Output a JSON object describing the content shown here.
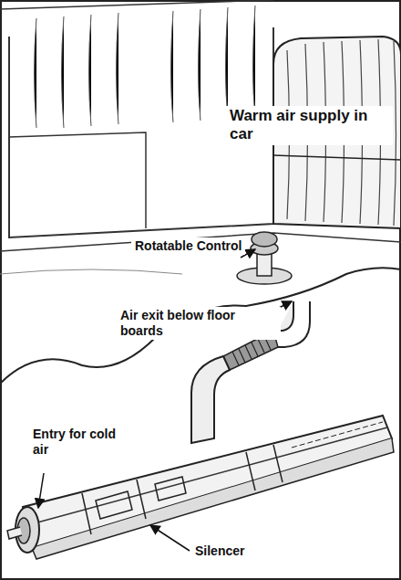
{
  "diagram": {
    "labels": [
      "Warm air supply in car",
      "Rotatable Control",
      "Air exit below floor boards",
      "Entry for cold air",
      "Silencer"
    ]
  }
}
